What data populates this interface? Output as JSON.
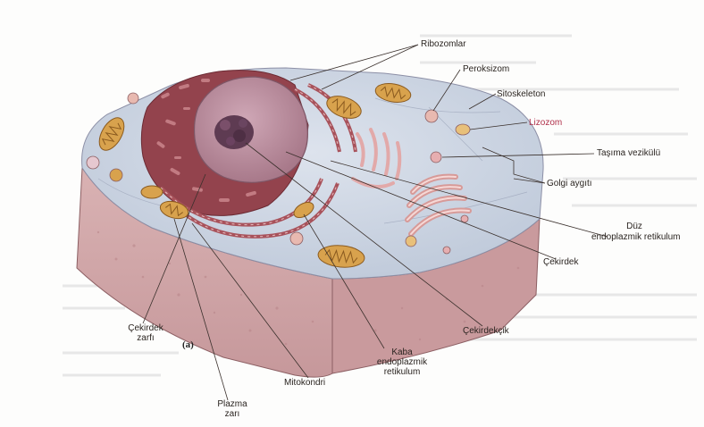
{
  "figure": {
    "panel_letter": "(a)",
    "colors": {
      "cytoplasm": "#c9d3e2",
      "membrane_body": "#cfa3a6",
      "nucleus": "#b98a9a",
      "nucleolus": "#5e3b52",
      "rough_er": "#9a4a52",
      "golgi": "#e9b9b5",
      "mitochondria": "#d8a24d",
      "highlight_label": "#b0304a"
    },
    "labels": {
      "ribozomlar": "Ribozomlar",
      "peroksizom": "Peroksizom",
      "sitoskeleton": "Sitoskeleton",
      "lizozom": "Lizozom",
      "tasima_vezikulu": "Taşıma vezikülü",
      "golgi": "Golgi aygıtı",
      "duz_er_1": "Düz",
      "duz_er_2": "endoplazmik retikulum",
      "cekirdek": "Çekirdek",
      "cekirdekcik": "Çekirdekçik",
      "kaba_er_1": "Kaba",
      "kaba_er_2": "endoplazmik",
      "kaba_er_3": "retikulum",
      "mitokondri": "Mitokondri",
      "plazma_1": "Plazma",
      "plazma_2": "zarı",
      "cekirdek_zarfi_1": "Çekirdek",
      "cekirdek_zarfi_2": "zarfı"
    }
  }
}
